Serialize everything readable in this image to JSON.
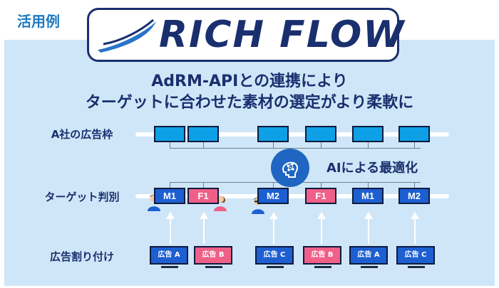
{
  "case_label": "活用例",
  "logo": {
    "text": "RICH FLOW"
  },
  "headline": {
    "line1": "AdRM-APIとの連携により",
    "line2": "ターゲットに合わせた素材の選定がより柔軟に"
  },
  "rows": {
    "ad_slots": "A社の広告枠",
    "target": "ターゲット判別",
    "assignment": "広告割り付け"
  },
  "ai": {
    "label": "AIによる最適化",
    "icon": "ai-brain-icon"
  },
  "targets": [
    "M1",
    "F1",
    "M2",
    "F1",
    "M1",
    "M2"
  ],
  "ads": [
    "広告 A",
    "広告 B",
    "広告 C",
    "広告 B",
    "広告 A",
    "広告 C"
  ],
  "colors": {
    "male": "#1d5fd1",
    "female": "#ef5f88",
    "slot": "#0ea0e6",
    "navy": "#1a2f6e",
    "panel": "#cfe6f8"
  }
}
